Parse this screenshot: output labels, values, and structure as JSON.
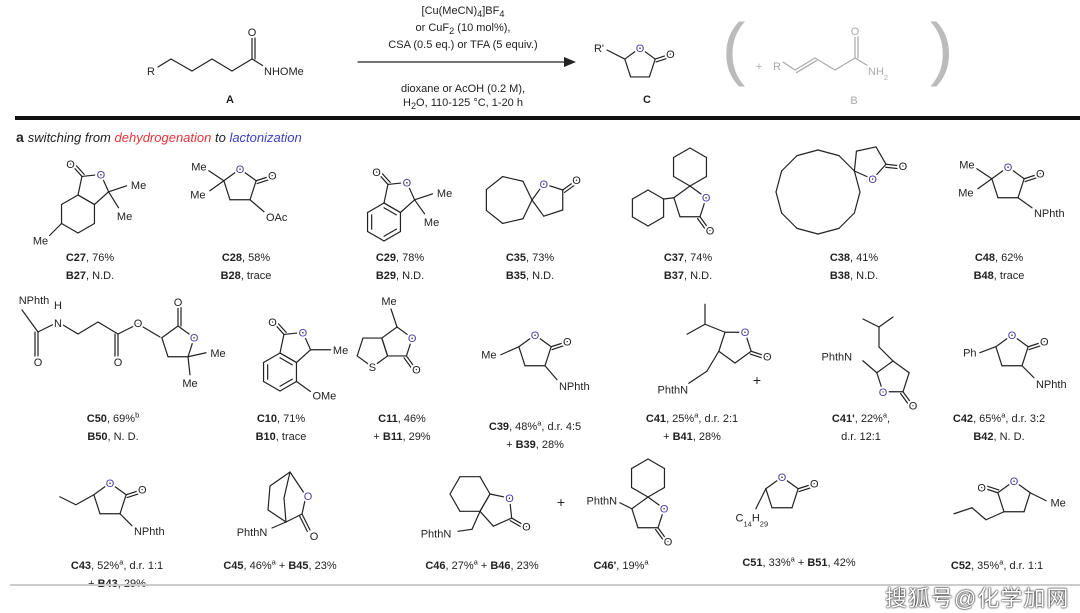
{
  "colors": {
    "ring_oxygen": "#4b3fa8",
    "dehydrogenation": "#e2343a",
    "lactonization": "#3b3fc4",
    "byproduct": "#aaaaaa",
    "text": "#222222"
  },
  "scheme": {
    "substrate": {
      "label": "A",
      "R": "R",
      "O": "O",
      "N": "NHOMe"
    },
    "product": {
      "label": "C",
      "R": "R'",
      "O_ring": "O",
      "O_carbonyl": "O"
    },
    "byproduct": {
      "label": "B",
      "plus": "+",
      "R": "R",
      "O": "O",
      "N": [
        {
          "t": "NH"
        },
        {
          "t": "2",
          "sub": 1
        }
      ]
    },
    "conditions_above": [
      [
        {
          "t": "[Cu(MeCN)"
        },
        {
          "t": "4",
          "sub": 1
        },
        {
          "t": "]BF"
        },
        {
          "t": "4",
          "sub": 1
        }
      ],
      [
        {
          "t": "or CuF"
        },
        {
          "t": "2",
          "sub": 1
        },
        {
          "t": " (10 mol%),"
        }
      ],
      [
        {
          "t": "CSA (0.5 eq.) or TFA (5 equiv.)"
        }
      ]
    ],
    "conditions_below": [
      [
        {
          "t": "dioxane or AcOH (0.2 M),"
        }
      ],
      [
        {
          "t": "H"
        },
        {
          "t": "2",
          "sub": 1
        },
        {
          "t": "O, 110-125 °C, 1-20 h"
        }
      ]
    ]
  },
  "section": {
    "tag": "a",
    "t1": "switching from ",
    "t2": "dehydrogenation",
    "t3": " to ",
    "t4": "lactonization"
  },
  "plus_sign": "+",
  "atoms": {
    "C27": [
      "O",
      "O",
      "Me",
      "Me",
      "Me"
    ],
    "C28": [
      "O",
      "O",
      "Me",
      "Me",
      "OAc"
    ],
    "C29": [
      "O",
      "O",
      "Me",
      "Me"
    ],
    "C35": [
      "O",
      "O"
    ],
    "C37": [
      "O",
      "O"
    ],
    "C38": [
      "O",
      "O"
    ],
    "C48": [
      "O",
      "O",
      "Me",
      "Me",
      "NPhth"
    ],
    "C50": [
      "NPhth",
      "O",
      "H",
      "N",
      "O",
      "O",
      "O",
      "O",
      "Me",
      "Me"
    ],
    "C10": [
      "O",
      "O",
      "OMe"
    ],
    "C11": [
      "O",
      "O",
      "S"
    ],
    "C39": [
      "O",
      "O",
      "Me",
      "NPhth"
    ],
    "C41": [
      "O",
      "O",
      "PhthN"
    ],
    "C41p": [
      "O",
      "O",
      "PhthN"
    ],
    "C42": [
      "O",
      "O",
      "Ph",
      "NPhth"
    ],
    "C43": [
      "O",
      "O",
      "NPhth"
    ],
    "C45": [
      "O",
      "O",
      "PhthN"
    ],
    "C46": [
      "O",
      "O",
      "PhthN"
    ],
    "C46p": [
      "O",
      "O",
      "PhthN"
    ],
    "C51": [
      "O",
      "O",
      [
        {
          "t": "C"
        },
        {
          "t": "14",
          "sub": 1
        },
        {
          "t": "H"
        },
        {
          "t": "29",
          "sub": 1
        }
      ]
    ],
    "C52": [
      "O",
      "O",
      "Me"
    ]
  },
  "captions": [
    {
      "id": "C27",
      "lines": [
        [
          {
            "t": "C27",
            "b": 1
          },
          {
            "t": ", 76%"
          }
        ],
        [
          {
            "t": "B27",
            "b": 1
          },
          {
            "t": ", N.D."
          }
        ]
      ]
    },
    {
      "id": "C28",
      "lines": [
        [
          {
            "t": "C28",
            "b": 1
          },
          {
            "t": ", 58%"
          }
        ],
        [
          {
            "t": "B28",
            "b": 1
          },
          {
            "t": ", trace"
          }
        ]
      ]
    },
    {
      "id": "C29",
      "lines": [
        [
          {
            "t": "C29",
            "b": 1
          },
          {
            "t": ", 78%"
          }
        ],
        [
          {
            "t": "B29",
            "b": 1
          },
          {
            "t": ", N.D."
          }
        ]
      ]
    },
    {
      "id": "C35",
      "lines": [
        [
          {
            "t": "C35",
            "b": 1
          },
          {
            "t": ", 73%"
          }
        ],
        [
          {
            "t": "B35",
            "b": 1
          },
          {
            "t": ", N.D."
          }
        ]
      ]
    },
    {
      "id": "C37",
      "lines": [
        [
          {
            "t": "C37",
            "b": 1
          },
          {
            "t": ", 74%"
          }
        ],
        [
          {
            "t": "B37",
            "b": 1
          },
          {
            "t": ", N.D."
          }
        ]
      ]
    },
    {
      "id": "C38",
      "lines": [
        [
          {
            "t": "C38",
            "b": 1
          },
          {
            "t": ", 41%"
          }
        ],
        [
          {
            "t": "B38",
            "b": 1
          },
          {
            "t": ", N.D."
          }
        ]
      ]
    },
    {
      "id": "C48",
      "lines": [
        [
          {
            "t": "C48",
            "b": 1
          },
          {
            "t": ", 62%"
          }
        ],
        [
          {
            "t": "B48",
            "b": 1
          },
          {
            "t": ", trace"
          }
        ]
      ]
    },
    {
      "id": "C50",
      "lines": [
        [
          {
            "t": "C50",
            "b": 1
          },
          {
            "t": ", 69%"
          },
          {
            "t": "b",
            "sup": 1
          }
        ],
        [
          {
            "t": "B50",
            "b": 1
          },
          {
            "t": ", N. D."
          }
        ]
      ]
    },
    {
      "id": "C10",
      "lines": [
        [
          {
            "t": "C10",
            "b": 1
          },
          {
            "t": ", 71%"
          }
        ],
        [
          {
            "t": "B10",
            "b": 1
          },
          {
            "t": ", trace"
          }
        ]
      ]
    },
    {
      "id": "C11",
      "lines": [
        [
          {
            "t": "C11",
            "b": 1
          },
          {
            "t": ", 46%"
          }
        ],
        [
          {
            "t": "+ "
          },
          {
            "t": "B11",
            "b": 1
          },
          {
            "t": ", 29%"
          }
        ]
      ]
    },
    {
      "id": "C39",
      "lines": [
        [
          {
            "t": "C39",
            "b": 1
          },
          {
            "t": ", 48%"
          },
          {
            "t": "a",
            "sup": 1
          },
          {
            "t": ", d.r. 4:5"
          }
        ],
        [
          {
            "t": "+ "
          },
          {
            "t": "B39",
            "b": 1
          },
          {
            "t": ", 28%"
          }
        ]
      ]
    },
    {
      "id": "C41",
      "lines": [
        [
          {
            "t": "C41",
            "b": 1
          },
          {
            "t": ", 25%"
          },
          {
            "t": "a",
            "sup": 1
          },
          {
            "t": ", d.r. 2:1"
          }
        ],
        [
          {
            "t": "+ "
          },
          {
            "t": "B41",
            "b": 1
          },
          {
            "t": ", 28%"
          }
        ]
      ]
    },
    {
      "id": "C41p",
      "lines": [
        [
          {
            "t": "C41'",
            "b": 1
          },
          {
            "t": ", 22%"
          },
          {
            "t": "a",
            "sup": 1
          },
          {
            "t": ","
          }
        ],
        [
          {
            "t": "d.r. 12:1"
          }
        ]
      ]
    },
    {
      "id": "C42",
      "lines": [
        [
          {
            "t": "C42",
            "b": 1
          },
          {
            "t": ", 65%"
          },
          {
            "t": "a",
            "sup": 1
          },
          {
            "t": ", d.r. 3:2"
          }
        ],
        [
          {
            "t": "B42",
            "b": 1
          },
          {
            "t": ", N. D."
          }
        ]
      ]
    },
    {
      "id": "C43",
      "lines": [
        [
          {
            "t": "C43",
            "b": 1
          },
          {
            "t": ", 52%"
          },
          {
            "t": "a",
            "sup": 1
          },
          {
            "t": ", d.r. 1:1"
          }
        ],
        [
          {
            "t": "+ "
          },
          {
            "t": "B43",
            "b": 1
          },
          {
            "t": ", 29%"
          }
        ]
      ]
    },
    {
      "id": "C45",
      "lines": [
        [
          {
            "t": "C45",
            "b": 1
          },
          {
            "t": ", 46%"
          },
          {
            "t": "a",
            "sup": 1
          },
          {
            "t": " + "
          },
          {
            "t": "B45",
            "b": 1
          },
          {
            "t": ", 23%"
          }
        ]
      ]
    },
    {
      "id": "C46",
      "lines": [
        [
          {
            "t": "C46",
            "b": 1
          },
          {
            "t": ", 27%"
          },
          {
            "t": "a",
            "sup": 1
          },
          {
            "t": " + "
          },
          {
            "t": "B46",
            "b": 1
          },
          {
            "t": ", 23%"
          }
        ]
      ]
    },
    {
      "id": "C46p",
      "lines": [
        [
          {
            "t": "C46'",
            "b": 1
          },
          {
            "t": ", 19%"
          },
          {
            "t": "a",
            "sup": 1
          }
        ]
      ]
    },
    {
      "id": "C51",
      "lines": [
        [
          {
            "t": "C51",
            "b": 1
          },
          {
            "t": ", 33%"
          },
          {
            "t": "a",
            "sup": 1
          },
          {
            "t": " + "
          },
          {
            "t": "B51",
            "b": 1
          },
          {
            "t": ", 42%"
          }
        ]
      ]
    },
    {
      "id": "C52",
      "lines": [
        [
          {
            "t": "C52",
            "b": 1
          },
          {
            "t": ", 35%"
          },
          {
            "t": "a",
            "sup": 1
          },
          {
            "t": ", d.r. 1:1"
          }
        ]
      ]
    }
  ],
  "watermark": "搜狐号@化学加网"
}
